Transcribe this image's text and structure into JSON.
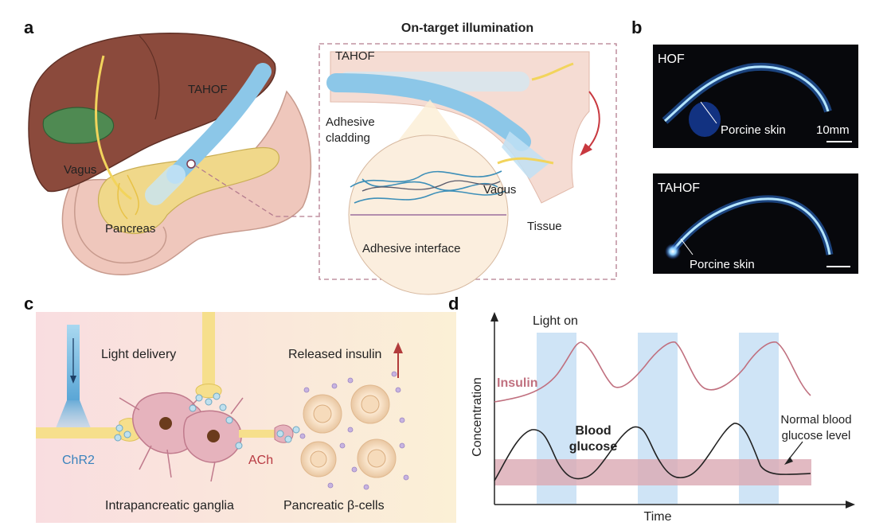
{
  "panels": {
    "a": {
      "letter": "a",
      "labels": {
        "tahof": "TAHOF",
        "vagus": "Vagus",
        "pancreas": "Pancreas"
      },
      "inset": {
        "title": "On-target illumination",
        "tahof": "TAHOF",
        "adhesive_cladding_1": "Adhesive",
        "adhesive_cladding_2": "cladding",
        "vagus": "Vagus",
        "tissue": "Tissue",
        "adhesive_interface": "Adhesive interface"
      }
    },
    "b": {
      "letter": "b",
      "top": {
        "title": "HOF",
        "label": "Porcine skin",
        "scale": "10mm"
      },
      "bottom": {
        "title": "TAHOF",
        "label": "Porcine skin"
      }
    },
    "c": {
      "letter": "c",
      "light_delivery": "Light delivery",
      "released_insulin": "Released insulin",
      "chr2": "ChR2",
      "ach": "ACh",
      "ganglia": "Intrapancreatic ganglia",
      "beta_cells": "Pancreatic β-cells"
    },
    "d": {
      "letter": "d",
      "light_on": "Light on",
      "insulin": "Insulin",
      "blood_glucose_1": "Blood",
      "blood_glucose_2": "glucose",
      "normal_1": "Normal blood",
      "normal_2": "glucose level",
      "ylabel": "Concentration",
      "xlabel": "Time"
    }
  },
  "colors": {
    "insulin": "#c0707f",
    "glucose": "#222222",
    "light_band": "#cfe4f6",
    "normal_band": "#dba9b3",
    "fiber": "#8cc7e8",
    "nerve": "#f2d45c",
    "liver": "#8b4a3c",
    "neuron": "#d9a0ad"
  },
  "chart_data": {
    "type": "line",
    "xlabel": "Time",
    "ylabel": "Concentration",
    "series": [
      {
        "name": "Insulin",
        "description": "rises during each light-on period, peaking near end of each light window"
      },
      {
        "name": "Blood glucose",
        "description": "peaks before each light-on window then falls to the normal glucose level"
      }
    ],
    "light_on_periods": 3
  }
}
